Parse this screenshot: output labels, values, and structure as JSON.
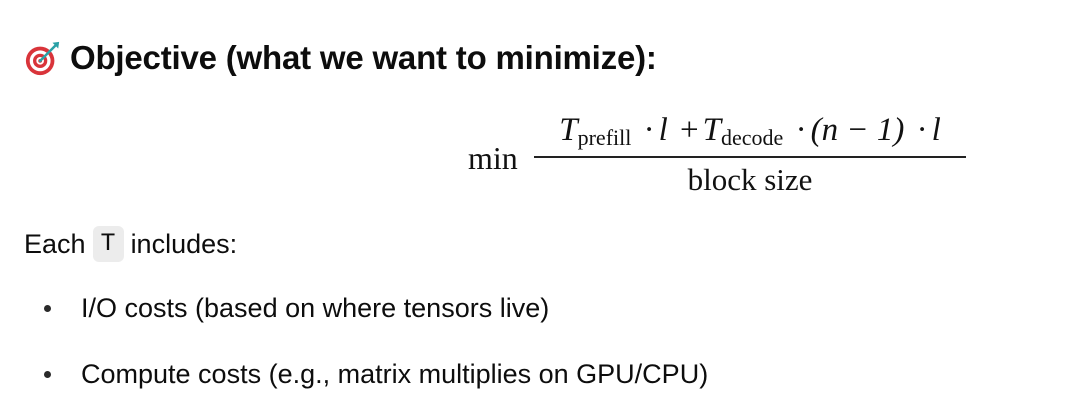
{
  "heading": {
    "icon": "direct-hit-target-icon",
    "text": "Objective (what we want to minimize):"
  },
  "formula": {
    "operator": "min",
    "numerator": {
      "t_symbol": "T",
      "prefill_sub": "prefill",
      "dot": "·",
      "l": "l",
      "plus": "+",
      "decode_sub": "decode",
      "n_minus_one": "(n − 1)"
    },
    "denominator": "block size"
  },
  "paragraph": {
    "prefix": "Each",
    "code": "T",
    "suffix": "includes:"
  },
  "bullets": [
    "I/O costs (based on where tensors live)",
    "Compute costs (e.g., matrix multiplies on GPU/CPU)"
  ],
  "colors": {
    "text": "#0d0d0d",
    "code_bg": "#ececec",
    "target_red": "#d9343a",
    "dart_teal": "#2aa1a6"
  }
}
